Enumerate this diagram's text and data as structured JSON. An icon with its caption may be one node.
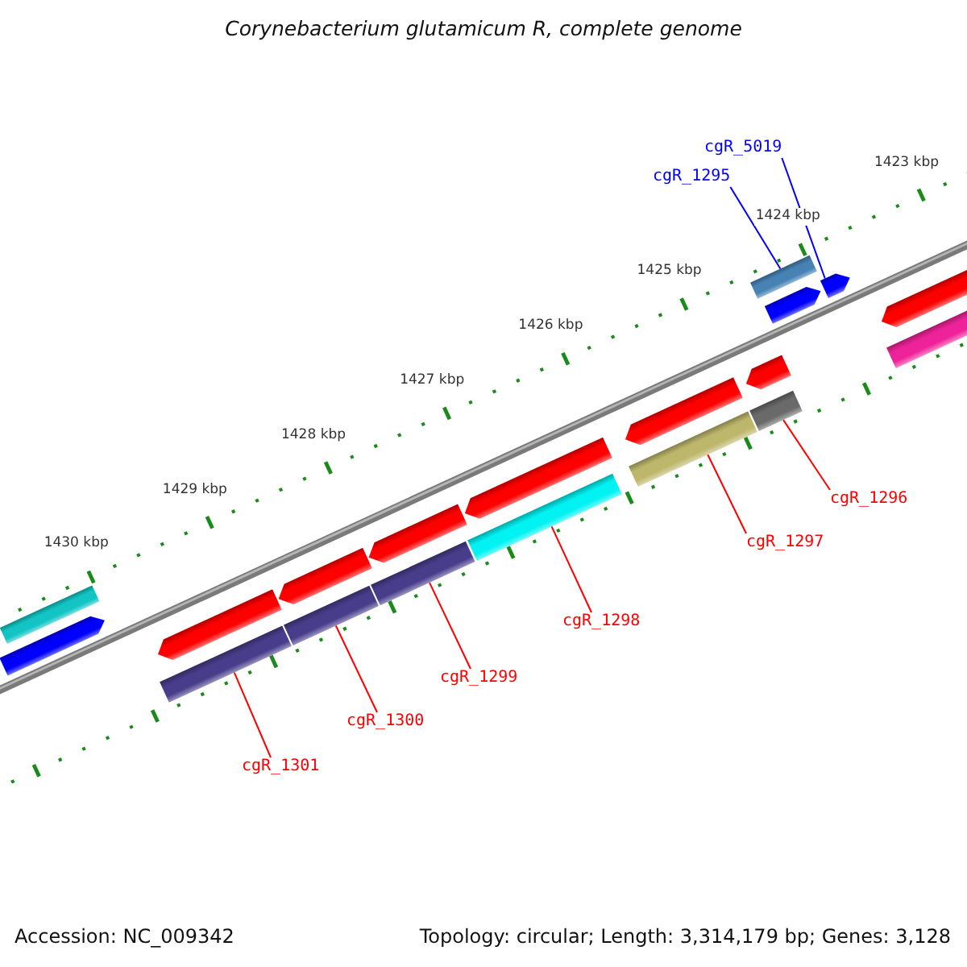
{
  "diagram": {
    "title": "Corynebacterium glutamicum R, complete genome",
    "nodes": [
      {
        "text": [
          "cgR_5019"
        ]
      },
      {
        "text": [
          "cgR_1295"
        ]
      },
      {
        "text": [],
        "shape": "box"
      },
      {
        "text": [],
        "shape": "arrow"
      },
      {
        "text": [],
        "shape": "box"
      },
      {
        "text": [],
        "shape": "box"
      },
      {
        "text": [],
        "shape": "box"
      },
      {
        "text": [],
        "shape": "box"
      },
      {
        "text": [],
        "shape": "box"
      },
      {
        "text": [],
        "shape": "box"
      },
      {
        "text": [
          "cgR_1296"
        ]
      },
      {
        "text": [
          "cgR_1297"
        ]
      },
      {
        "text": [
          "cgR_1298"
        ]
      },
      {
        "text": [
          "cgR_1299"
        ]
      },
      {
        "text": [
          "cgR_1300"
        ]
      },
      {
        "text": [
          "cgR_1301"
        ]
      },
      {
        "text": [],
        "shape": "arrow"
      },
      {
        "text": [],
        "shape": "arrow"
      },
      {
        "text": [],
        "shape": "arrow"
      },
      {
        "text": [],
        "shape": "arrow"
      },
      {
        "text": [],
        "shape": "arrow"
      },
      {
        "text": [],
        "shape": "arrow"
      },
      {
        "text": [],
        "shape": "arrow"
      },
      {
        "text": [],
        "shape": "box"
      },
      {
        "text": [],
        "shape": "box"
      },
      {
        "text": [],
        "shape": "arrow"
      },
      {
        "text": [],
        "shape": "arrow"
      }
    ],
    "edges": [
      {
        "from": 0,
        "to": 3,
        "arrow": "none",
        "color": "#0000ff"
      },
      {
        "from": 1,
        "to": 2,
        "arrow": "none",
        "color": "#0000ff"
      },
      {
        "from": 10,
        "to": 4,
        "arrow": "none"
      },
      {
        "from": 11,
        "to": 5,
        "arrow": "none"
      },
      {
        "from": 12,
        "to": 6,
        "arrow": "none"
      },
      {
        "from": 13,
        "to": 7,
        "arrow": "none"
      },
      {
        "from": 14,
        "to": 8,
        "arrow": "none"
      },
      {
        "from": 15,
        "to": 9,
        "arrow": "none"
      }
    ],
    "labels": [
      "1423 kbp",
      "1424 kbp",
      "1425 kbp",
      "1426 kbp",
      "1427 kbp",
      "1428 kbp",
      "1429 kbp",
      "1430 kbp",
      "Accession: NC_009342",
      "Topology: circular; Length: 3,314,179 bp; Genes: 3,128"
    ]
  }
}
